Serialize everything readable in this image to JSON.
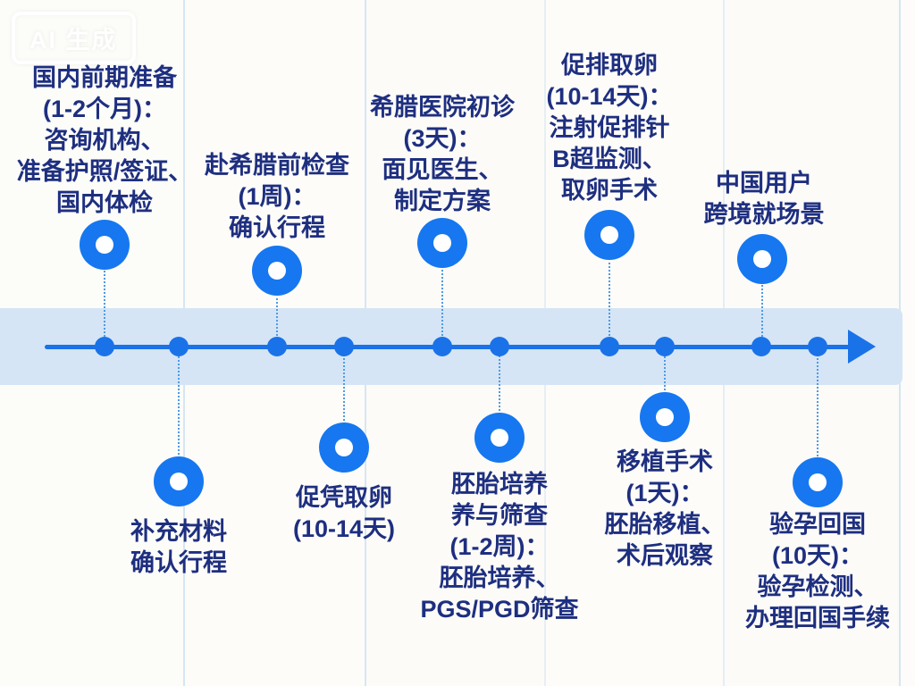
{
  "watermark": {
    "label": "AI 生成"
  },
  "colors": {
    "node_blue": "#1677f0",
    "axis_blue": "#1a72e8",
    "band_blue": "#d5e5f6",
    "connector_blue": "#4f9be6",
    "text_navy": "#1e2f80",
    "node_hole": "#ffffff"
  },
  "timeline": {
    "direction": "left-to-right-arrow",
    "top_milestones": [
      {
        "lines": [
          "国内前期准备",
          "(1-2个月)：",
          "咨询机构、",
          "准备护照/签证、",
          "国内体检"
        ]
      },
      {
        "lines": [
          "赴希腊前检查",
          "(1周)：",
          "确认行程"
        ]
      },
      {
        "lines": [
          "希腊医院初诊",
          "(3天)：",
          "面见医生、",
          "制定方案"
        ]
      },
      {
        "lines": [
          "促排取卵",
          "(10-14天)：",
          "注射促排针",
          "B超监测、",
          "取卵手术"
        ]
      },
      {
        "lines": [
          "中国用户",
          "跨境就场景"
        ]
      }
    ],
    "bottom_milestones": [
      {
        "lines": [
          "补充材料",
          "确认行程"
        ]
      },
      {
        "lines": [
          "促凭取卵",
          "(10-14天)"
        ]
      },
      {
        "lines": [
          "胚胎培养",
          "养与筛查",
          "(1-2周)：",
          "胚胎培养、",
          "PGS/PGD筛查"
        ]
      },
      {
        "lines": [
          "移植手术",
          "(1天)：",
          "胚胎移植、",
          "术后观察"
        ]
      },
      {
        "lines": [
          "验孕回国",
          "(10天)：",
          "验孕检测、",
          "办理回国手续"
        ]
      }
    ]
  }
}
